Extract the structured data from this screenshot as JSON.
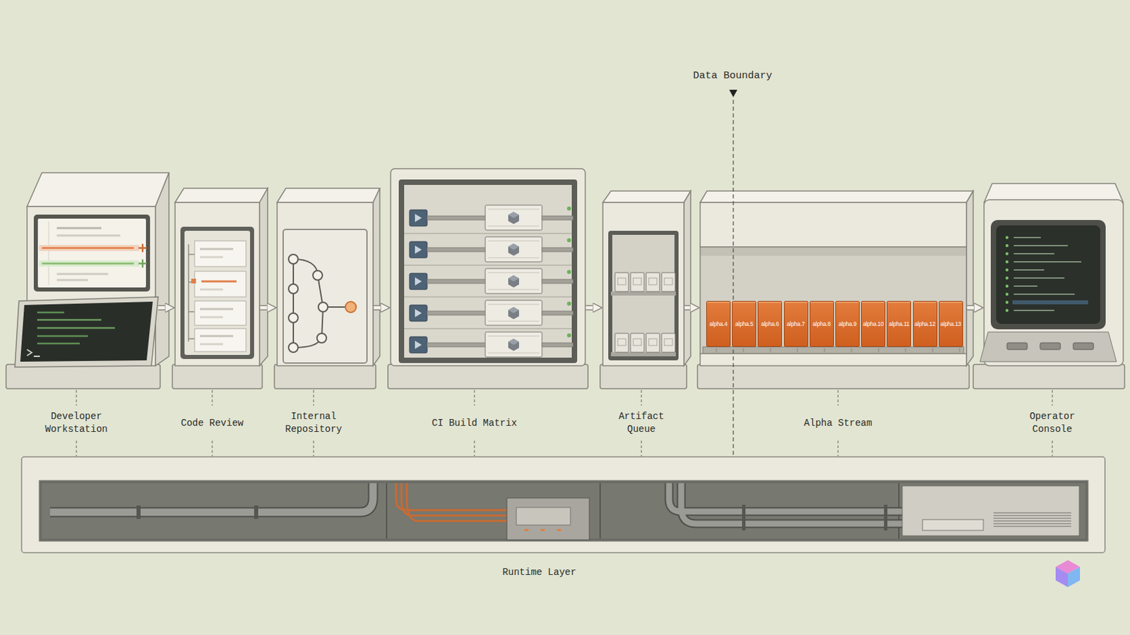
{
  "diagram": {
    "nodes": [
      {
        "text": [
          "Developer Workstation"
        ]
      },
      {
        "text": [
          "Code Review"
        ]
      },
      {
        "text": [
          "Internal Repository"
        ]
      },
      {
        "text": [
          "CI Build Matrix"
        ]
      },
      {
        "text": [
          "Artifact Queue"
        ]
      },
      {
        "text": [
          "Alpha Stream"
        ]
      },
      {
        "text": [
          "alpha.4"
        ],
        "in": 5
      },
      {
        "text": [
          "alpha.5"
        ],
        "in": 5
      },
      {
        "text": [
          "alpha.6"
        ],
        "in": 5
      },
      {
        "text": [
          "alpha.7"
        ],
        "in": 5
      },
      {
        "text": [
          "alpha.8"
        ],
        "in": 5
      },
      {
        "text": [
          "alpha.9"
        ],
        "in": 5
      },
      {
        "text": [
          "alpha.10"
        ],
        "in": 5
      },
      {
        "text": [
          "alpha.11"
        ],
        "in": 5
      },
      {
        "text": [
          "alpha.12"
        ],
        "in": 5
      },
      {
        "text": [
          "alpha.13"
        ],
        "in": 5
      },
      {
        "text": [
          "Operator Console"
        ]
      },
      {
        "text": [
          "Runtime Layer"
        ]
      }
    ],
    "edges": [
      {
        "from": 0,
        "to": 1,
        "arrow": "to"
      },
      {
        "from": 1,
        "to": 2,
        "arrow": "to"
      },
      {
        "from": 2,
        "to": 3,
        "arrow": "to"
      },
      {
        "from": 3,
        "to": 4,
        "arrow": "to"
      },
      {
        "from": 4,
        "to": 5,
        "arrow": "to"
      },
      {
        "from": 5,
        "to": 16,
        "arrow": "to"
      }
    ],
    "labels": [
      "Data Boundary"
    ]
  }
}
